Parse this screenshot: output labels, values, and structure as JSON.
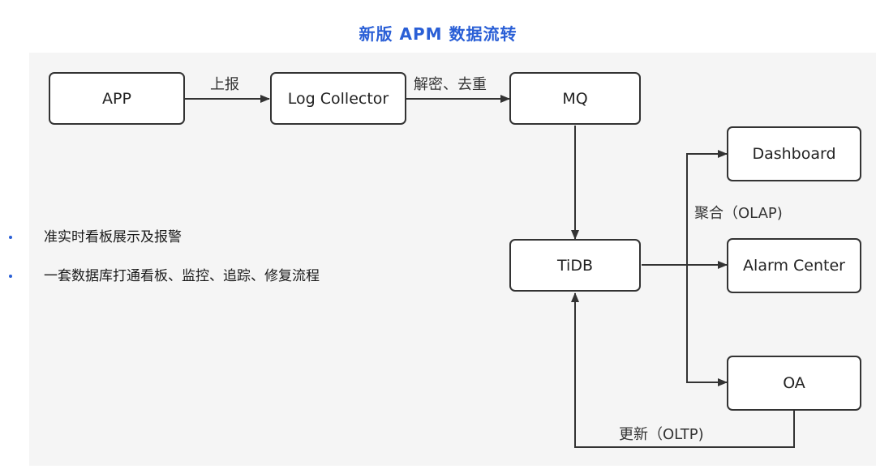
{
  "title": "新版 APM 数据流转",
  "bullets": [
    "准实时看板展示及报警",
    "一套数据库打通看板、监控、追踪、修复流程"
  ],
  "diagram": {
    "nodes": {
      "app": "APP",
      "log_collector": "Log Collector",
      "mq": "MQ",
      "tidb": "TiDB",
      "dashboard": "Dashboard",
      "alarm_center": "Alarm Center",
      "oa": "OA"
    },
    "edges": {
      "report": "上报",
      "decrypt_dedup": "解密、去重",
      "aggregate_olap": "聚合（OLAP)",
      "update_oltp": "更新（OLTP)"
    }
  },
  "colors": {
    "title": "#2a5fd6",
    "bullet": "#2a5fd6",
    "canvas": "#f5f5f5",
    "stroke": "#333333"
  }
}
